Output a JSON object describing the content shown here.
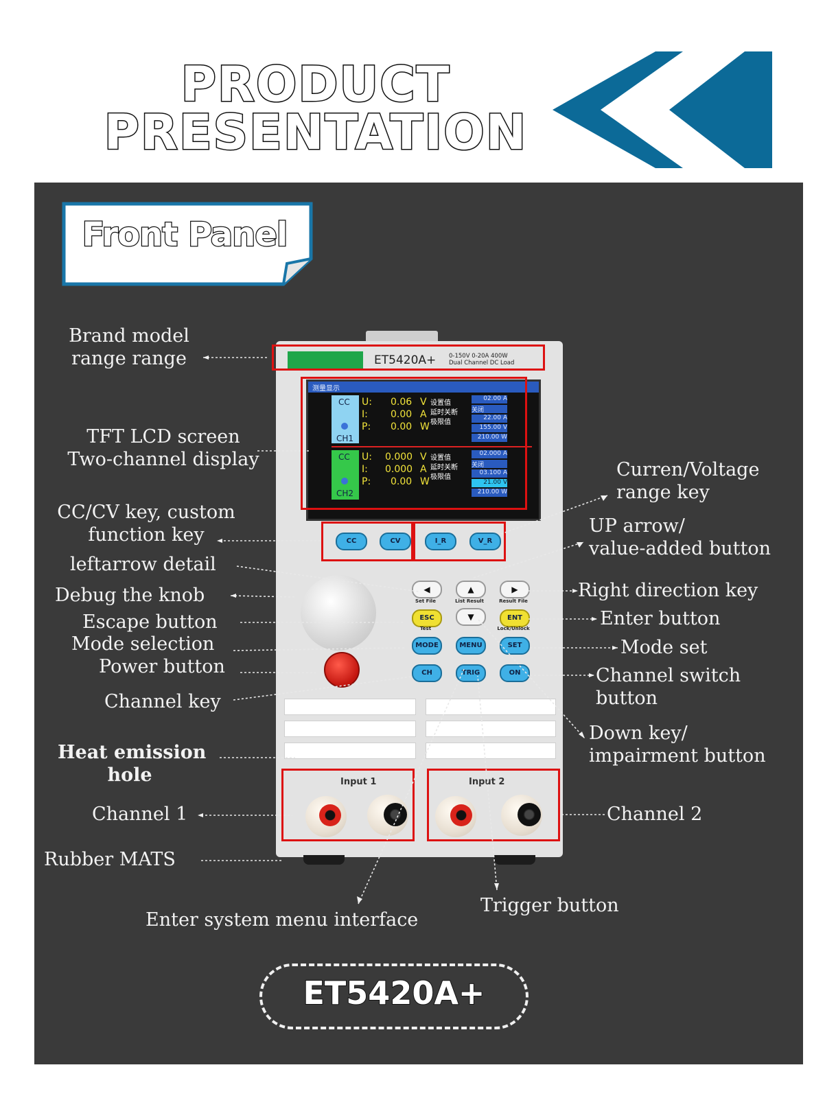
{
  "header": {
    "title_line1": "PRODUCT",
    "title_line2": "PRESENTATION",
    "accent_color": "#0c6a98"
  },
  "section": {
    "label": "Front Panel"
  },
  "device": {
    "model": "ET5420A+",
    "spec_line1": "0-150V 0-20A 400W",
    "spec_line2": "Dual Channel DC Load",
    "input1_label": "Input 1",
    "input2_label": "Input 2",
    "keys": {
      "cc": "CC",
      "cv": "CV",
      "ir": "I_R",
      "vr": "V_R",
      "esc": "ESC",
      "ent": "ENT",
      "mode": "MODE",
      "menu": "MENU",
      "set": "SET",
      "ch": "CH",
      "trig": "TRIG",
      "on": "ON"
    },
    "key_captions": {
      "set_file": "Set File",
      "list_result": "List Result",
      "result_file": "Result File",
      "test": "Test",
      "lock_unlock": "Lock/Unlock"
    }
  },
  "lcd": {
    "title": "测量显示",
    "ch1": {
      "mode": "CC",
      "name": "CH1",
      "u": "0.06",
      "u_unit": "V",
      "i": "0.00",
      "i_unit": "A",
      "p": "0.00",
      "p_unit": "W",
      "label_set": "设置值",
      "label_delay": "延时关断",
      "label_limit": "极限值",
      "values": [
        "02.00 A",
        "关闭",
        "22.00 A",
        "155.00 V",
        "210.00 W"
      ]
    },
    "ch2": {
      "mode": "CC",
      "name": "CH2",
      "u": "0.000",
      "u_unit": "V",
      "i": "0.000",
      "i_unit": "A",
      "p": "0.00",
      "p_unit": "W",
      "label_set": "设置值",
      "label_delay": "延时关断",
      "label_limit": "极限值",
      "values": [
        "02.000 A",
        "关闭",
        "03.100 A",
        "21.00 V",
        "210.00 W"
      ]
    },
    "letters": {
      "u": "U:",
      "i": "I:",
      "p": "P:"
    }
  },
  "annotations": {
    "brand_1": "Brand model",
    "brand_2": "range range",
    "tft_1": "TFT LCD screen",
    "tft_2": "Two-channel display",
    "cccv_1": "CC/CV key, custom",
    "cccv_2": "function key",
    "left_arrow": "leftarrow detail",
    "knob": "Debug the knob",
    "escape": "Escape button",
    "mode_sel": "Mode selection",
    "power": "Power button",
    "channel_key": "Channel key",
    "heat_1": "Heat emission",
    "heat_2": "hole",
    "channel1": "Channel 1",
    "rubber": "Rubber MATS",
    "menu_enter": "Enter system menu interface",
    "range_1": "Curren/Voltage",
    "range_2": "range key",
    "up_1": "UP arrow/",
    "up_2": "value-added button",
    "right_dir": "Right direction key",
    "enter": "Enter button",
    "mode_set": "Mode set",
    "ch_switch_1": "Channel switch",
    "ch_switch_2": "button",
    "down_1": "Down key/",
    "down_2": "impairment button",
    "channel2": "Channel 2",
    "trigger": "Trigger button"
  },
  "footer": {
    "model": "ET5420A+"
  }
}
